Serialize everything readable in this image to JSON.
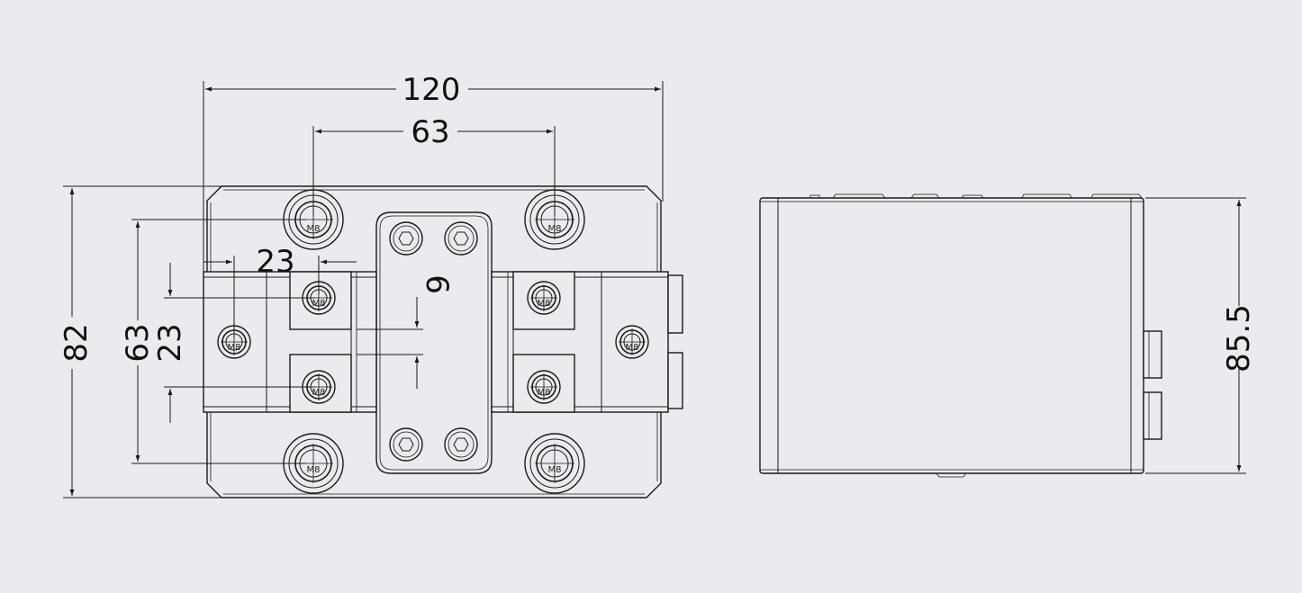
{
  "colors": {
    "background": "#e9ebef",
    "line": "#1a1a1a"
  },
  "dimensions": {
    "width_overall": "120",
    "bolt_spacing_horizontal": "63",
    "slot_offset": "23",
    "slot_gap": "6",
    "height_overall": "82",
    "bolt_spacing_vertical": "63",
    "slot_height": "23",
    "side_height": "85.5"
  },
  "bolt_label": "M8"
}
